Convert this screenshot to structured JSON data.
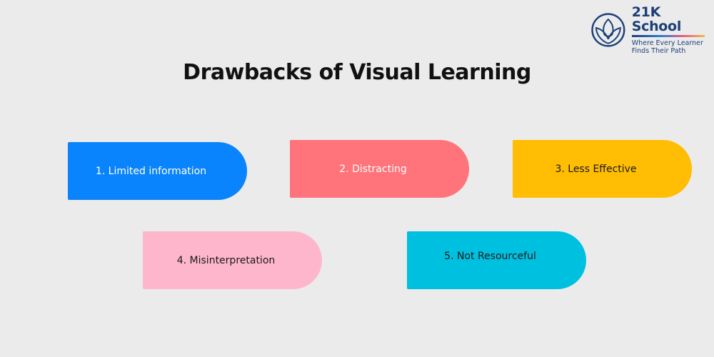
{
  "logo": {
    "icon": "lotus-circle-icon",
    "name": "21K School",
    "tagline_line1": "Where Every Learner",
    "tagline_line2": "Finds Their Path",
    "color": "#1c3f78"
  },
  "title": "Drawbacks of Visual Learning",
  "cards": [
    {
      "label": "1. Limited information",
      "bg": "#0a84fc",
      "fg": "#ffffff"
    },
    {
      "label": "2. Distracting",
      "bg": "#ff737a",
      "fg": "#ffffff"
    },
    {
      "label": "3. Less Effective",
      "bg": "#ffbd03",
      "fg": "#1a1a1a"
    },
    {
      "label": "4. Misinterpretation",
      "bg": "#feb6cd",
      "fg": "#1a1a1a"
    },
    {
      "label": "5. Not Resourceful",
      "bg": "#00c0e0",
      "fg": "#1a1a1a"
    }
  ]
}
